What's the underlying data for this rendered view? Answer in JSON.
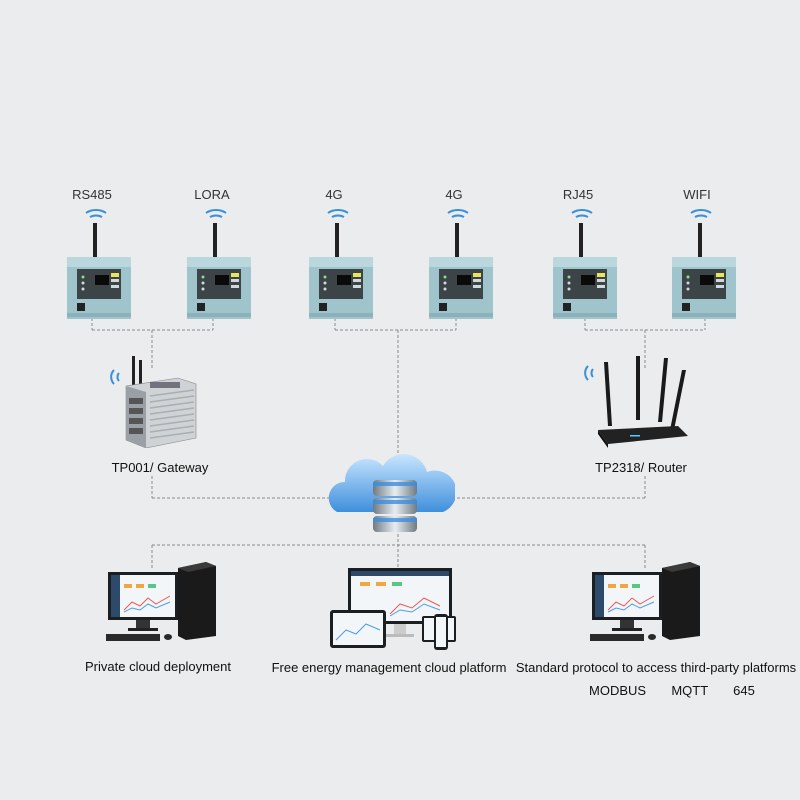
{
  "meters": [
    {
      "label": "RS485"
    },
    {
      "label": "LORA"
    },
    {
      "label": "4G"
    },
    {
      "label": "4G"
    },
    {
      "label": "RJ45"
    },
    {
      "label": "WIFI"
    }
  ],
  "gateway": {
    "label": "TP001/  Gateway"
  },
  "router": {
    "label": "TP2318/ Router"
  },
  "bottom": [
    {
      "label": "Private cloud deployment"
    },
    {
      "label": "Free energy management cloud platform"
    },
    {
      "label": "Standard protocol to access third-party platforms"
    }
  ],
  "protocols": [
    "MODBUS",
    "MQTT",
    "645"
  ],
  "colors": {
    "line": "#8a8a8a",
    "meter_body": "#9fc4cc",
    "meter_panel": "#3c4448",
    "cloud": "#5aa6e6",
    "background": "#eaeced"
  }
}
